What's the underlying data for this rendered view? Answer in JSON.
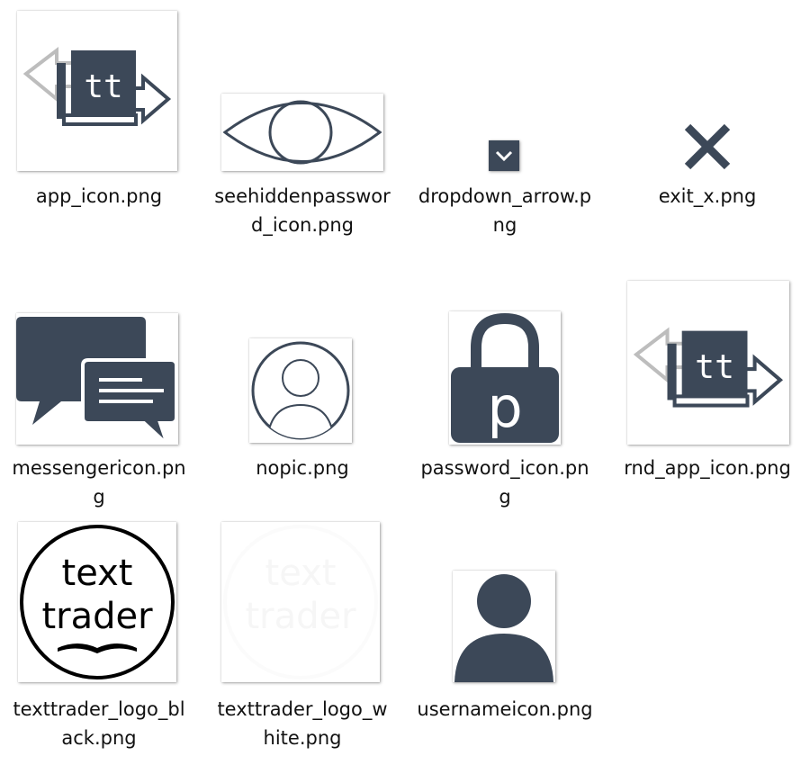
{
  "accent_color": "#3c4858",
  "files": [
    {
      "name": "app_icon.png",
      "icon": "app-icon"
    },
    {
      "name": "seehiddenpassword_icon.png",
      "icon": "eye-icon"
    },
    {
      "name": "dropdown_arrow.png",
      "icon": "dropdown-arrow-icon"
    },
    {
      "name": "exit_x.png",
      "icon": "close-x-icon"
    },
    {
      "name": "messengericon.png",
      "icon": "chat-bubbles-icon"
    },
    {
      "name": "nopic.png",
      "icon": "user-avatar-outline-icon"
    },
    {
      "name": "password_icon.png",
      "icon": "padlock-icon"
    },
    {
      "name": "rnd_app_icon.png",
      "icon": "app-icon"
    },
    {
      "name": "texttrader_logo_black.png",
      "icon": "texttrader-logo-black",
      "logo_text": [
        "text",
        "trader"
      ]
    },
    {
      "name": "texttrader_logo_white.png",
      "icon": "texttrader-logo-white",
      "logo_text": [
        "text",
        "trader"
      ]
    },
    {
      "name": "usernameicon.png",
      "icon": "user-silhouette-icon"
    }
  ]
}
